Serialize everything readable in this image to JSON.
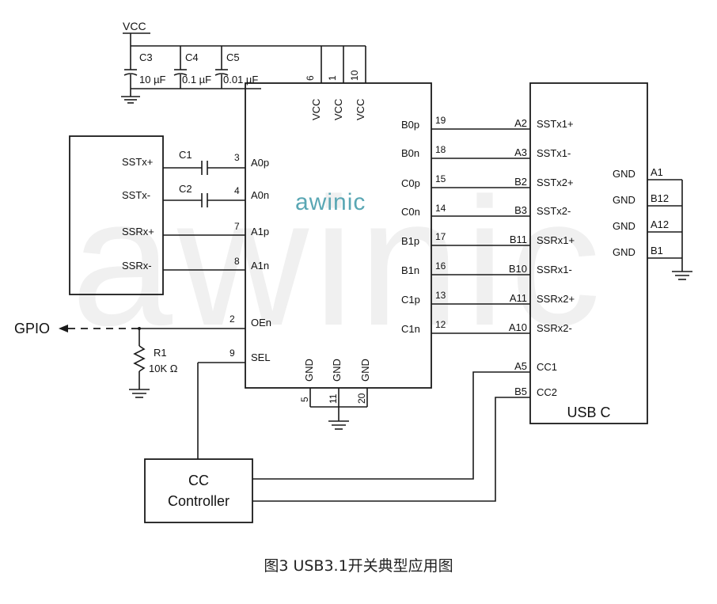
{
  "caption": "图3 USB3.1开关典型应用图",
  "brand": "awinic",
  "colors": {
    "line": "#1a1a1a",
    "brand": "#5aa7b4",
    "watermark": "#e8e8e8"
  },
  "supply": {
    "vcc": "VCC",
    "caps": [
      {
        "ref": "C3",
        "value": "10 µF"
      },
      {
        "ref": "C4",
        "value": "0.1 µF"
      },
      {
        "ref": "C5",
        "value": "0.01 µF"
      }
    ]
  },
  "chip": {
    "top_pins": [
      {
        "num": "6",
        "name": "VCC"
      },
      {
        "num": "1",
        "name": "VCC"
      },
      {
        "num": "10",
        "name": "VCC"
      }
    ],
    "bottom_pins": [
      {
        "num": "5",
        "name": "GND"
      },
      {
        "num": "11",
        "name": "GND"
      },
      {
        "num": "20",
        "name": "GND"
      }
    ],
    "left_pins": [
      {
        "num": "3",
        "name": "A0p"
      },
      {
        "num": "4",
        "name": "A0n"
      },
      {
        "num": "7",
        "name": "A1p"
      },
      {
        "num": "8",
        "name": "A1n"
      },
      {
        "num": "2",
        "name": "OEn"
      },
      {
        "num": "9",
        "name": "SEL"
      }
    ],
    "right_pins": [
      {
        "num": "19",
        "name": "B0p"
      },
      {
        "num": "18",
        "name": "B0n"
      },
      {
        "num": "15",
        "name": "C0p"
      },
      {
        "num": "14",
        "name": "C0n"
      },
      {
        "num": "17",
        "name": "B1p"
      },
      {
        "num": "16",
        "name": "B1n"
      },
      {
        "num": "13",
        "name": "C1p"
      },
      {
        "num": "12",
        "name": "C1n"
      }
    ]
  },
  "host": {
    "signals": [
      "SSTx+",
      "SSTx-",
      "SSRx+",
      "SSRx-"
    ],
    "coupling_caps": [
      "C1",
      "C2"
    ]
  },
  "gpio": {
    "label": "GPIO",
    "resistor": {
      "ref": "R1",
      "value": "10K Ω"
    }
  },
  "cc_controller": {
    "line1": "CC",
    "line2": "Controller"
  },
  "usbc": {
    "title": "USB C",
    "pins": [
      {
        "pin": "A2",
        "name": "SSTx1+"
      },
      {
        "pin": "A3",
        "name": "SSTx1-"
      },
      {
        "pin": "B2",
        "name": "SSTx2+"
      },
      {
        "pin": "B3",
        "name": "SSTx2-"
      },
      {
        "pin": "B11",
        "name": "SSRx1+"
      },
      {
        "pin": "B10",
        "name": "SSRx1-"
      },
      {
        "pin": "A11",
        "name": "SSRx2+"
      },
      {
        "pin": "A10",
        "name": "SSRx2-"
      },
      {
        "pin": "A5",
        "name": "CC1"
      },
      {
        "pin": "B5",
        "name": "CC2"
      }
    ],
    "gnd_pins": [
      {
        "pin": "A1",
        "name": "GND"
      },
      {
        "pin": "B12",
        "name": "GND"
      },
      {
        "pin": "A12",
        "name": "GND"
      },
      {
        "pin": "B1",
        "name": "GND"
      }
    ]
  }
}
